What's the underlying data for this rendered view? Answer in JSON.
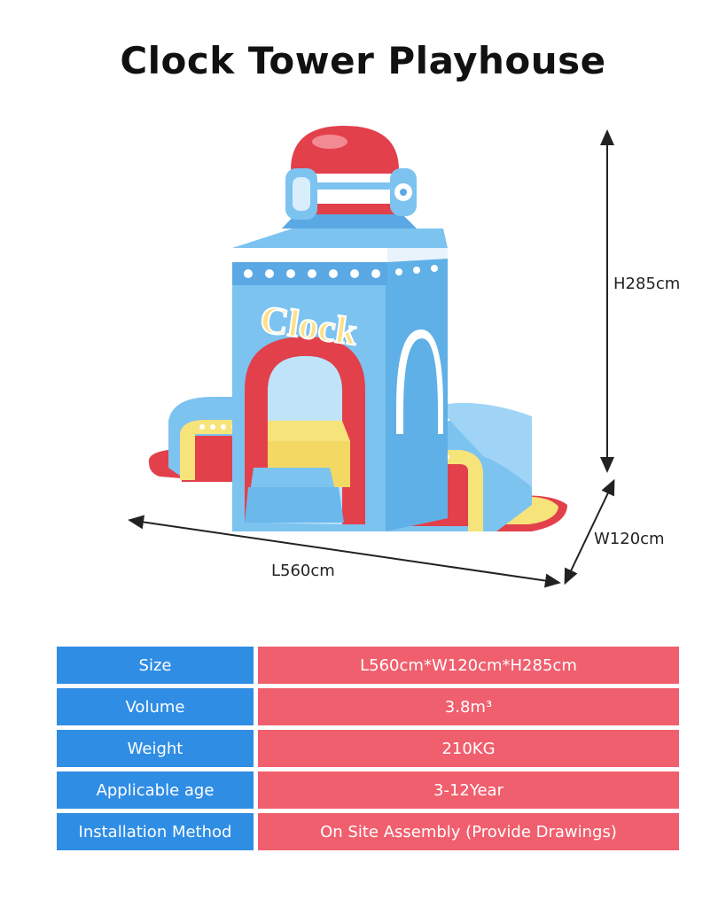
{
  "title": "Clock Tower Playhouse",
  "illustration": {
    "sign_text": "Clock",
    "dimensions": {
      "height": "H285cm",
      "width": "W120cm",
      "length": "L560cm"
    }
  },
  "specs": [
    {
      "label": "Size",
      "value": "L560cm*W120cm*H285cm"
    },
    {
      "label": "Volume",
      "value": "3.8m³"
    },
    {
      "label": "Weight",
      "value": "210KG"
    },
    {
      "label": "Applicable age",
      "value": "3-12Year"
    },
    {
      "label": "Installation Method",
      "value": "On Site Assembly (Provide Drawings)"
    }
  ],
  "colors": {
    "label_bg": "#2f8de4",
    "value_bg": "#f05f6e",
    "tower_blue": "#7cc3f0",
    "accent_red": "#e2404b",
    "accent_yellow": "#f6e37a"
  }
}
